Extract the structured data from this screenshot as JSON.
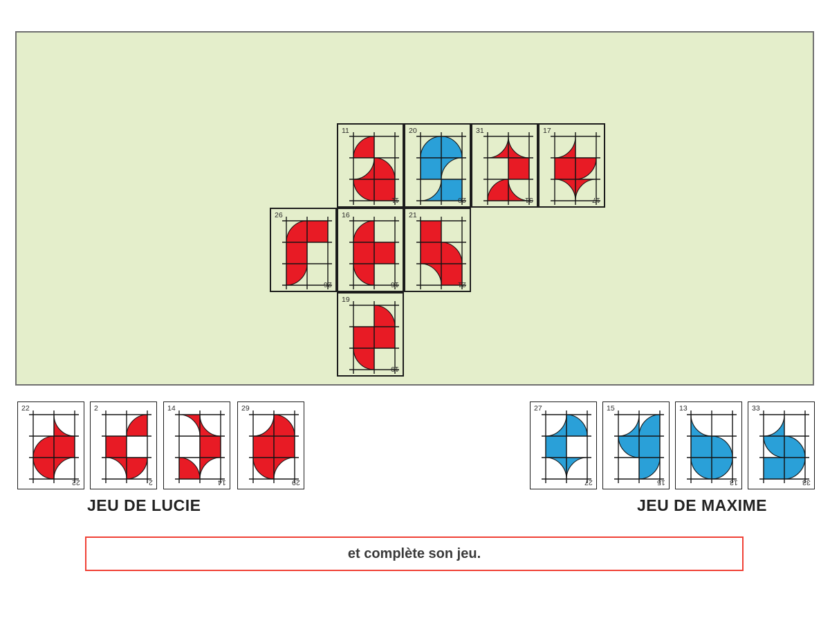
{
  "colors": {
    "red": "#e81b25",
    "blue": "#2aa0d8",
    "board_bg": "#e4eecb",
    "board_border": "#6f6f6f",
    "line": "#141414",
    "box_border": "#f04136"
  },
  "board_cards": [
    {
      "number": "11",
      "color": "red",
      "col": 1,
      "row": 0,
      "cells": [
        "q-br",
        "E",
        "t-br",
        "q-bl",
        "q-tr",
        "F"
      ]
    },
    {
      "number": "20",
      "color": "blue",
      "col": 2,
      "row": 0,
      "cells": [
        "q-br",
        "q-bl",
        "F",
        "t-tl",
        "t-br",
        "F"
      ]
    },
    {
      "number": "31",
      "color": "red",
      "col": 3,
      "row": 0,
      "cells": [
        "t-br",
        "t-bl",
        "E",
        "F",
        "q-br",
        "t-bl"
      ]
    },
    {
      "number": "17",
      "color": "red",
      "col": 4,
      "row": 0,
      "cells": [
        "t-br",
        "E",
        "F",
        "q-tl",
        "t-tr",
        "t-tl"
      ]
    },
    {
      "number": "26",
      "color": "red",
      "col": 0,
      "row": 1,
      "cells": [
        "q-br",
        "F",
        "F",
        "E",
        "q-tl",
        "E"
      ]
    },
    {
      "number": "16",
      "color": "red",
      "col": 1,
      "row": 1,
      "cells": [
        "q-br",
        "E",
        "F",
        "F",
        "q-tr",
        "E"
      ]
    },
    {
      "number": "21",
      "color": "red",
      "col": 2,
      "row": 1,
      "cells": [
        "F",
        "E",
        "F",
        "q-bl",
        "t-tr",
        "F"
      ]
    },
    {
      "number": "19",
      "color": "red",
      "col": 1,
      "row": 2,
      "cells": [
        "E",
        "q-bl",
        "F",
        "F",
        "q-tr",
        "E"
      ]
    }
  ],
  "lucie": {
    "title": "JEU DE LUCIE",
    "cards": [
      {
        "number": "22",
        "color": "red",
        "cells": [
          "E",
          "t-bl",
          "q-br",
          "F",
          "q-tr",
          "t-tl"
        ]
      },
      {
        "number": "2",
        "color": "red",
        "cells": [
          "E",
          "q-br",
          "F",
          "E",
          "t-tr",
          "q-tl"
        ]
      },
      {
        "number": "14",
        "color": "red",
        "cells": [
          "t-tr",
          "t-bl",
          "E",
          "F",
          "q-bl",
          "t-tl"
        ]
      },
      {
        "number": "29",
        "color": "red",
        "cells": [
          "t-br",
          "q-bl",
          "F",
          "F",
          "q-tr",
          "t-tl"
        ]
      }
    ]
  },
  "maxime": {
    "title": "JEU DE MAXIME",
    "cards": [
      {
        "number": "27",
        "color": "blue",
        "cells": [
          "t-br",
          "q-bl",
          "F",
          "E",
          "t-tr",
          "t-tl"
        ]
      },
      {
        "number": "15",
        "color": "blue",
        "cells": [
          "t-br",
          "q-br",
          "q-tr",
          "F",
          "E",
          "q-tl"
        ]
      },
      {
        "number": "13",
        "color": "blue",
        "cells": [
          "t-bl",
          "E",
          "F",
          "q-bl",
          "q-tr",
          "q-tl"
        ]
      },
      {
        "number": "33",
        "color": "blue",
        "cells": [
          "t-br",
          "E",
          "q-tr",
          "q-bl",
          "F",
          "q-tl"
        ]
      }
    ]
  },
  "instruction": {
    "text": "et complète son jeu."
  }
}
